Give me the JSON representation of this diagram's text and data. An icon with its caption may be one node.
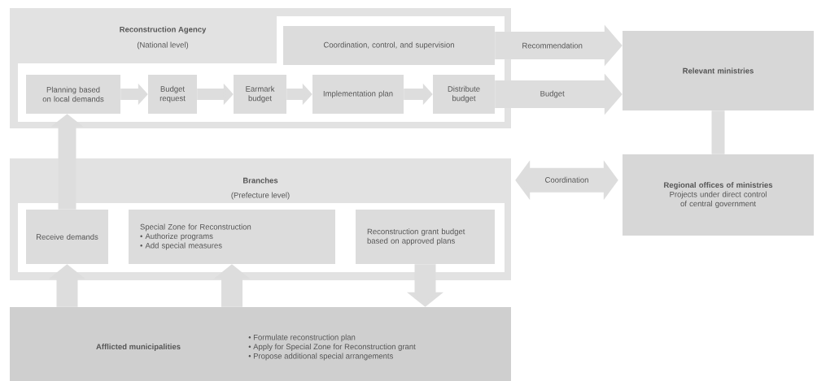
{
  "diagram": {
    "nodes": [
      {
        "text": [
          "Reconstruction Agency",
          "(National level)"
        ]
      },
      {
        "text": [
          "Coordination, control, and supervision"
        ],
        "in": 0
      },
      {
        "text": [
          "Planning based on local demands"
        ],
        "in": 0
      },
      {
        "text": [
          "Budget request"
        ],
        "in": 0
      },
      {
        "text": [
          "Earmark budget"
        ],
        "in": 0
      },
      {
        "text": [
          "Implementation plan"
        ],
        "in": 0
      },
      {
        "text": [
          "Distribute budget"
        ],
        "in": 0
      },
      {
        "text": [
          "Relevant ministries"
        ]
      },
      {
        "text": [
          "Branches",
          "(Prefecture level)"
        ]
      },
      {
        "text": [
          "Receive demands"
        ],
        "in": 8
      },
      {
        "text": [
          "Special Zone for Reconstruction",
          "• Authorize programs",
          "• Add special measures"
        ],
        "in": 8
      },
      {
        "text": [
          "Reconstruction grant budget based on approved plans"
        ],
        "in": 8
      },
      {
        "text": [
          "Regional offices of ministries",
          "Projects under direct control of central government"
        ]
      },
      {
        "text": [
          "Afflicted municipalities",
          "• Formulate reconstruction plan",
          "• Apply for Special Zone for Reconstruction grant",
          "• Propose additional special arrangements"
        ]
      }
    ],
    "edges": [
      {
        "from": 1,
        "to": 7,
        "arrow": "to",
        "label": "Recommendation"
      },
      {
        "from": 6,
        "to": 7,
        "arrow": "to",
        "label": "Budget"
      },
      {
        "from": 2,
        "to": 3,
        "arrow": "to"
      },
      {
        "from": 3,
        "to": 4,
        "arrow": "to"
      },
      {
        "from": 4,
        "to": 5,
        "arrow": "to"
      },
      {
        "from": 5,
        "to": 6,
        "arrow": "to"
      },
      {
        "from": 7,
        "to": 12,
        "arrow": "none"
      },
      {
        "from": 8,
        "to": 12,
        "arrow": "both",
        "label": "Coordination"
      },
      {
        "from": 9,
        "to": 2,
        "arrow": "to"
      },
      {
        "from": 13,
        "to": 9,
        "arrow": "to"
      },
      {
        "from": 13,
        "to": 10,
        "arrow": "to"
      },
      {
        "from": 11,
        "to": 13,
        "arrow": "to"
      }
    ]
  }
}
